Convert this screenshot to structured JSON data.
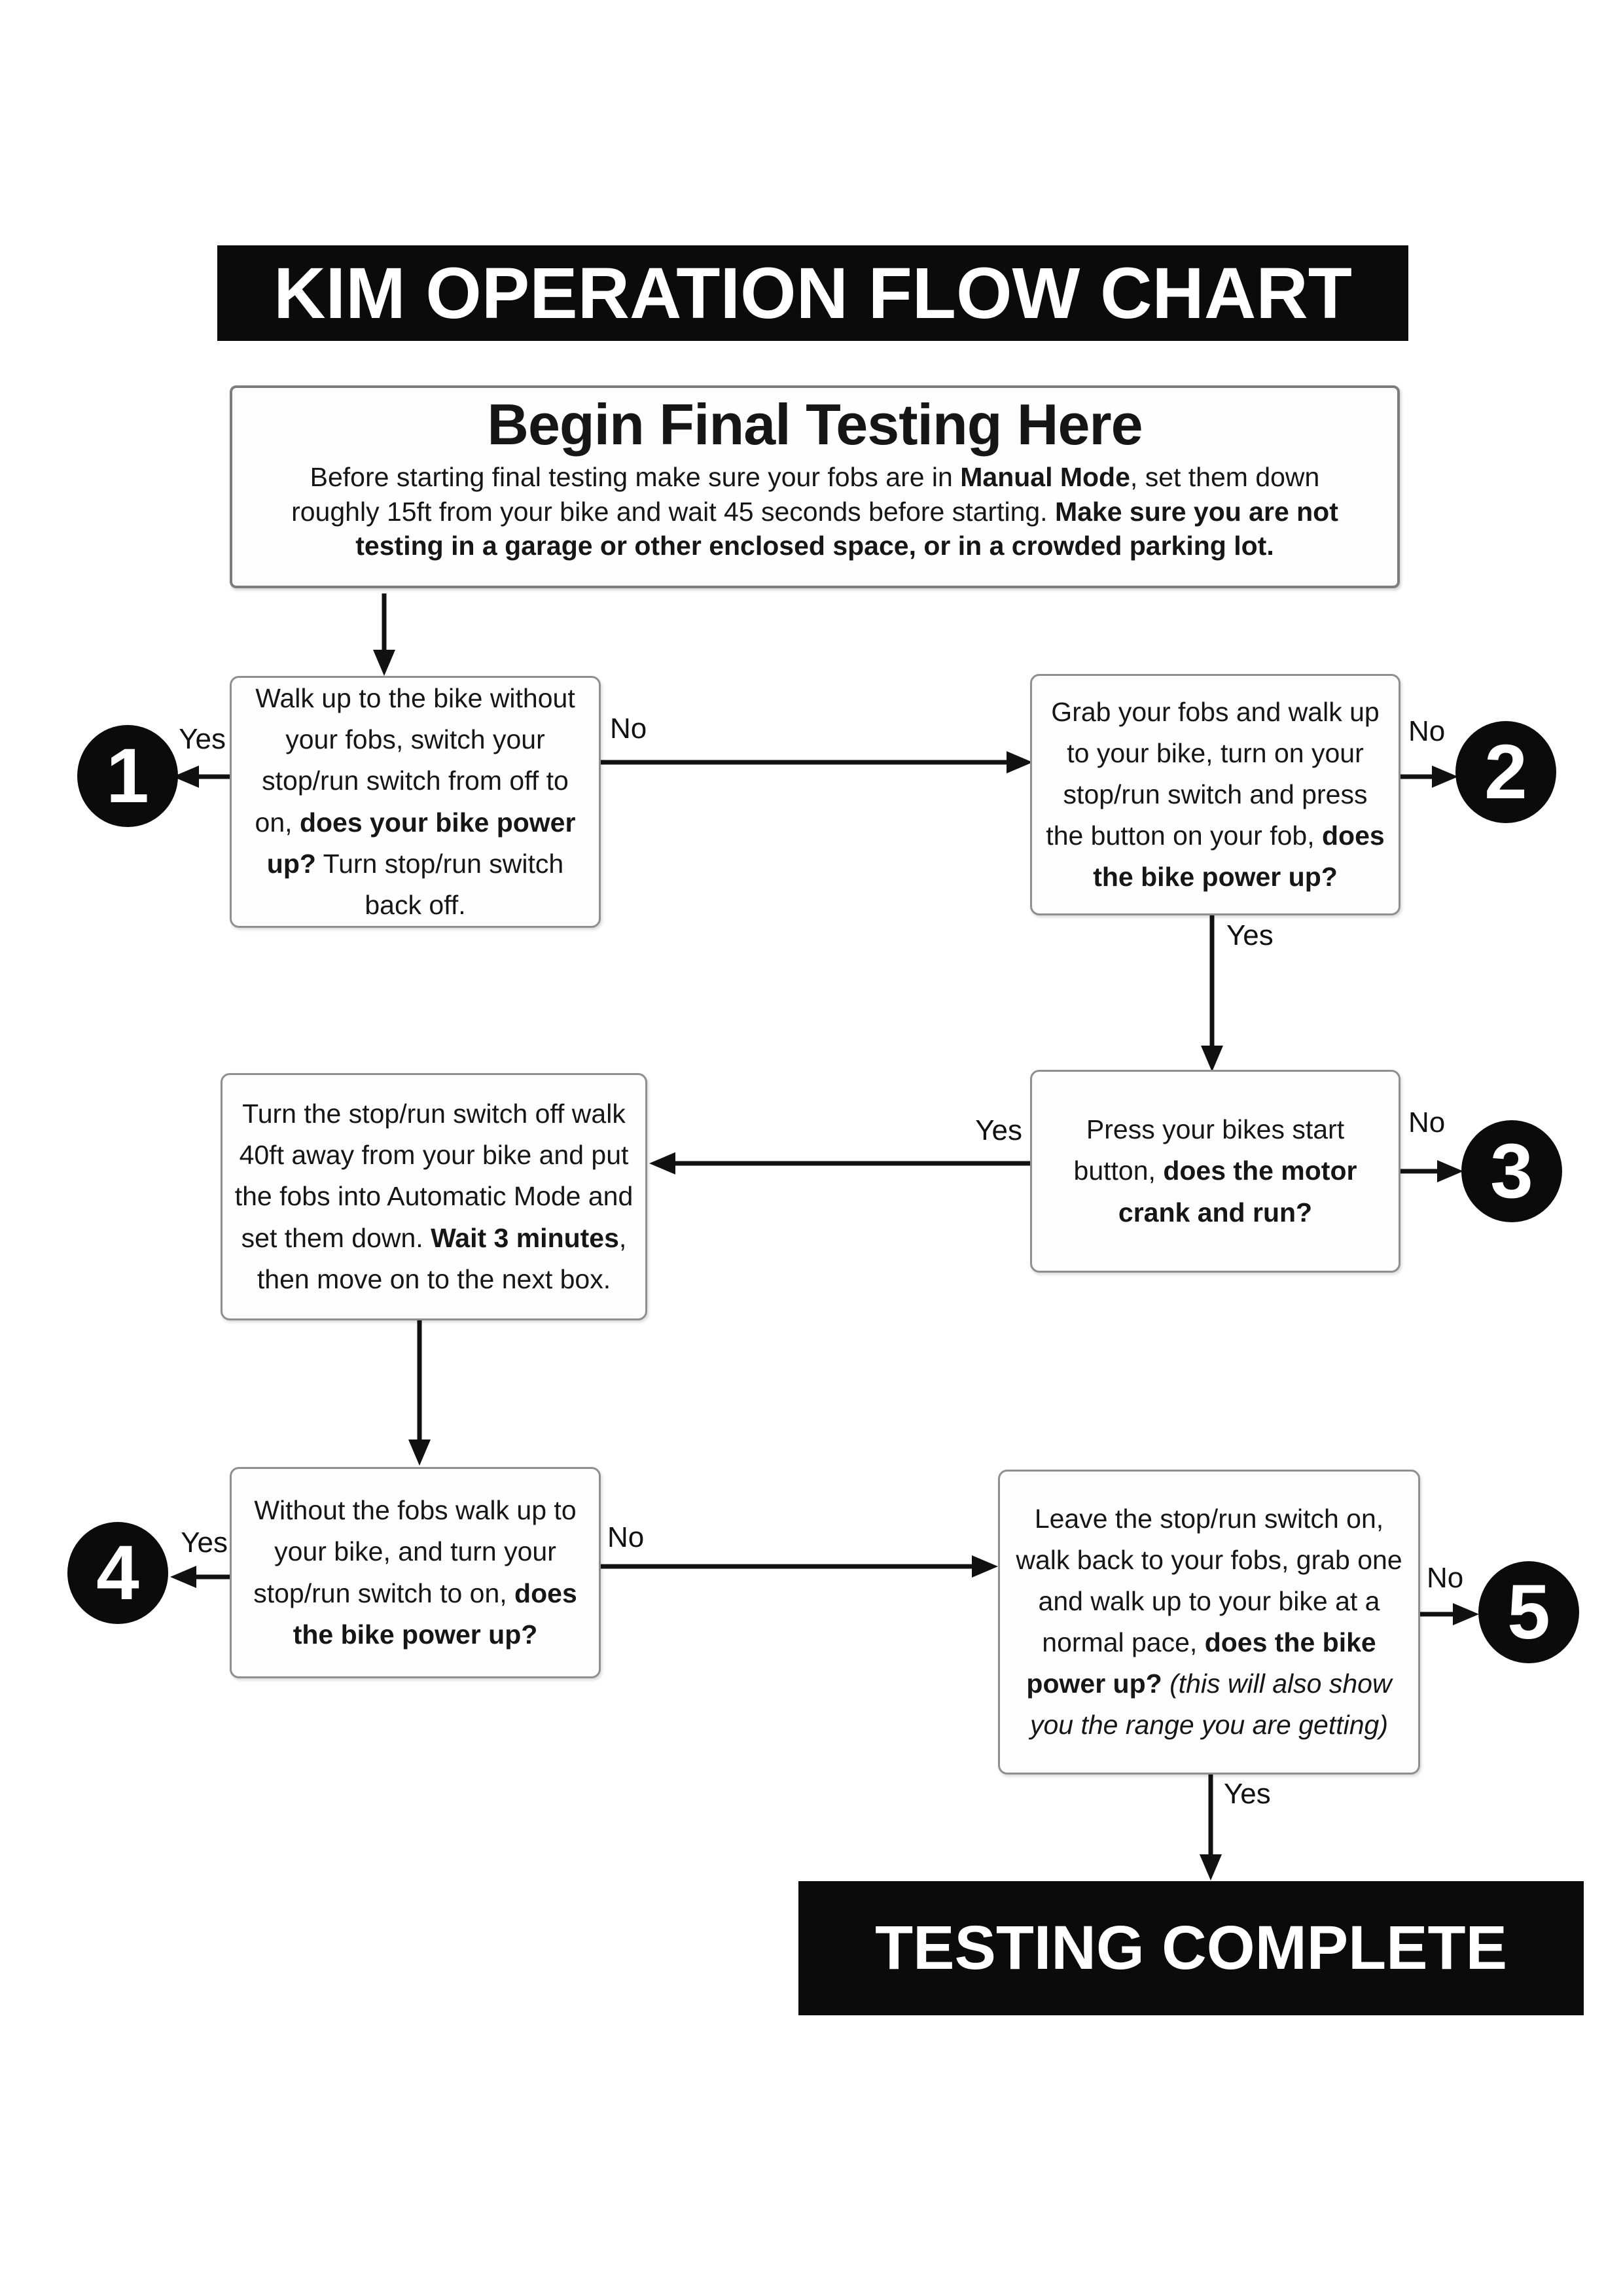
{
  "page_title": "KIM OPERATION FLOW CHART",
  "colors": {
    "banner_bg": "#0b0b0b",
    "banner_text": "#ffffff",
    "box_border": "#8f8f8f",
    "text": "#161616"
  },
  "labels": {
    "yes": "Yes",
    "no": "No"
  },
  "start_box": {
    "heading": "Begin Final Testing Here",
    "body": [
      {
        "t": "Before starting final testing make sure your fobs are in "
      },
      {
        "t": "Manual Mode",
        "b": true
      },
      {
        "t": ", set them down roughly 15ft from your bike and wait 45 seconds before starting. "
      },
      {
        "t": "Make sure you are not testing in a garage or other enclosed space, or in a crowded parking lot.",
        "b": true
      }
    ]
  },
  "boxes": {
    "walk_up_no_fobs": [
      {
        "t": "Walk up to the bike without your fobs, switch your stop/run switch from off to on, "
      },
      {
        "t": "does your bike power up?",
        "b": true
      },
      {
        "t": " Turn stop/run switch back off."
      }
    ],
    "grab_fobs": [
      {
        "t": "Grab your fobs and walk up to your bike, turn on your stop/run switch and press the button on your fob, "
      },
      {
        "t": "does the bike power up?",
        "b": true
      }
    ],
    "press_start": [
      {
        "t": "Press your bikes start button, "
      },
      {
        "t": "does the motor crank and run?",
        "b": true
      }
    ],
    "automatic_mode": [
      {
        "t": "Turn the stop/run switch off walk 40ft away from your bike and put the fobs into Automatic Mode and set them down. "
      },
      {
        "t": "Wait 3 minutes",
        "b": true
      },
      {
        "t": ", then move on to the next box."
      }
    ],
    "without_fobs": [
      {
        "t": "Without the fobs walk up to your bike, and turn your stop/run switch to on, "
      },
      {
        "t": "does the bike power up?",
        "b": true
      }
    ],
    "leave_switch_on": [
      {
        "t": "Leave the stop/run switch on, walk back to your fobs, grab one and walk up to your bike at a normal pace, "
      },
      {
        "t": "does the bike power up?",
        "b": true
      },
      {
        "t": " "
      },
      {
        "t": "(this will also show you the range you are getting)",
        "i": true
      }
    ]
  },
  "endpoints": [
    "1",
    "2",
    "3",
    "4",
    "5"
  ],
  "complete_banner": "TESTING COMPLETE"
}
